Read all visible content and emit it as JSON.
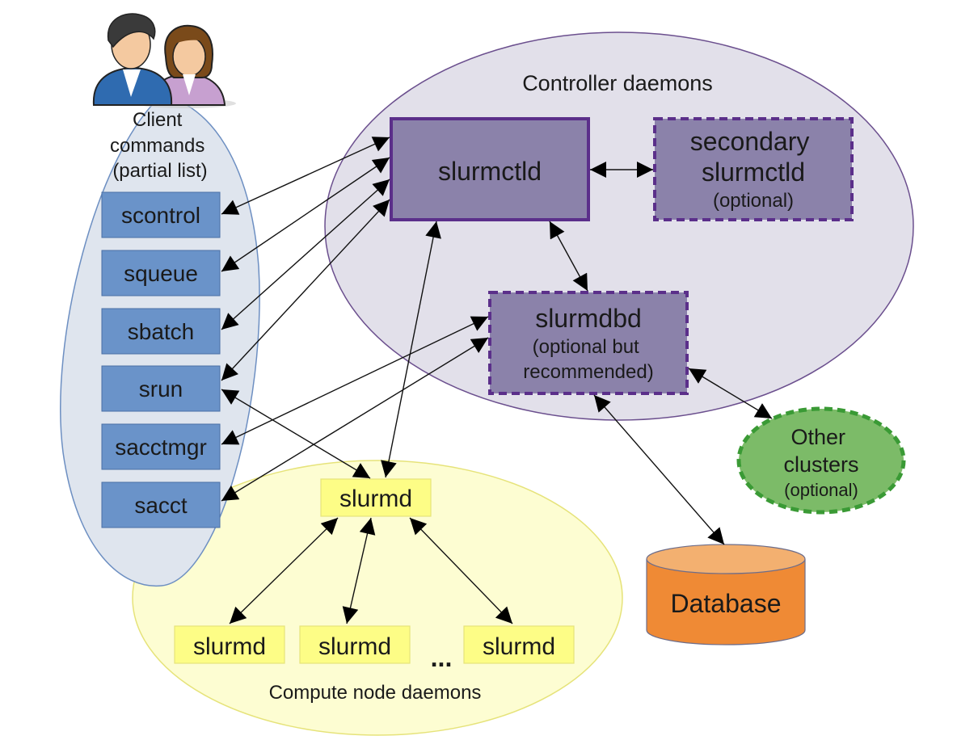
{
  "title": "Slurm architecture",
  "colors": {
    "client_region": "#dfe5ee",
    "client_region_stroke": "#6d8fc2",
    "client_box": "#6a93c9",
    "controller_region": "#e2e0ea",
    "controller_region_stroke": "#6b4f8e",
    "controller_box": "#8b82aa",
    "controller_box_stroke": "#5b2f8a",
    "compute_region": "#fdfdd2",
    "compute_region_stroke": "#e6e37a",
    "compute_box": "#fdfd86",
    "other_clusters": "#7cbb68",
    "other_clusters_stroke": "#3a9a35",
    "database": "#ef8a35",
    "database_top": "#f3b070"
  },
  "client": {
    "icon": "users-icon",
    "label_lines": [
      "Client",
      "commands",
      "(partial list)"
    ],
    "commands": [
      "scontrol",
      "squeue",
      "sbatch",
      "srun",
      "sacctmgr",
      "sacct"
    ]
  },
  "controller": {
    "label": "Controller daemons",
    "slurmctld": "slurmctld",
    "secondary": [
      "secondary",
      "slurmctld",
      "(optional)"
    ],
    "slurmdbd": [
      "slurmdbd",
      "(optional but",
      "recommended)"
    ]
  },
  "other_clusters": [
    "Other",
    "clusters",
    "(optional)"
  ],
  "database": "Database",
  "compute": {
    "label": "Compute node daemons",
    "head_node": "slurmd",
    "nodes": [
      "slurmd",
      "slurmd",
      "slurmd"
    ],
    "ellipsis": "..."
  },
  "connections": [
    {
      "from": "scontrol",
      "to": "slurmctld"
    },
    {
      "from": "squeue",
      "to": "slurmctld"
    },
    {
      "from": "sbatch",
      "to": "slurmctld"
    },
    {
      "from": "srun",
      "to": "slurmctld"
    },
    {
      "from": "srun",
      "to": "slurmd"
    },
    {
      "from": "sacctmgr",
      "to": "slurmdbd"
    },
    {
      "from": "sacct",
      "to": "slurmdbd"
    },
    {
      "from": "slurmctld",
      "to": "secondary slurmctld"
    },
    {
      "from": "slurmctld",
      "to": "slurmdbd"
    },
    {
      "from": "slurmctld",
      "to": "slurmd"
    },
    {
      "from": "slurmdbd",
      "to": "Other clusters"
    },
    {
      "from": "slurmdbd",
      "to": "Database"
    },
    {
      "from": "slurmd",
      "to": "slurmd (node 1)"
    },
    {
      "from": "slurmd",
      "to": "slurmd (node 2)"
    },
    {
      "from": "slurmd",
      "to": "slurmd (node N)"
    }
  ]
}
